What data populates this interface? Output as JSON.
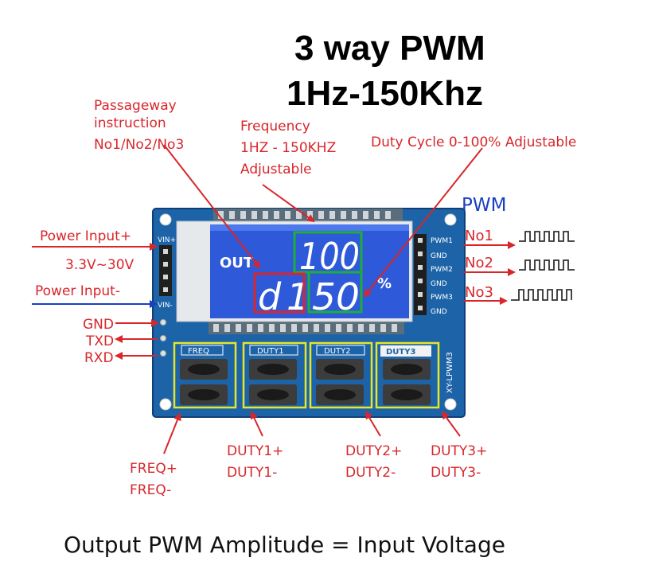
{
  "title": {
    "line1": "3 way PWM",
    "line2": "1Hz-150Khz"
  },
  "annotations": {
    "passageway": [
      "Passageway",
      "instruction",
      "No1/No2/No3"
    ],
    "frequency": [
      "Frequency",
      "1HZ - 150KHZ",
      "Adjustable"
    ],
    "duty_cycle": "Duty Cycle 0-100% Adjustable",
    "power_input_plus": "Power Input+",
    "voltage_range": "3.3V~30V",
    "power_input_minus": "Power Input-",
    "gnd": "GND",
    "txd": "TXD",
    "rxd": "RXD",
    "freq_buttons": [
      "FREQ+",
      "FREQ-"
    ],
    "duty1_buttons": [
      "DUTY1+",
      "DUTY1-"
    ],
    "duty2_buttons": [
      "DUTY2+",
      "DUTY2-"
    ],
    "duty3_buttons": [
      "DUTY3+",
      "DUTY3-"
    ]
  },
  "outputs": {
    "heading": "PWM",
    "channels": [
      "No1",
      "No2",
      "No3"
    ]
  },
  "board": {
    "vin_plus": "VIN+",
    "vin_minus": "VIN-",
    "right_pins": [
      "PWM1",
      "GND",
      "PWM2",
      "GND",
      "PWM3",
      "GND"
    ],
    "button_labels": [
      "FREQ",
      "DUTY1",
      "DUTY2",
      "DUTY3"
    ],
    "model": "XY-LPWM3",
    "lcd": {
      "out_label": "OUT",
      "upper_digits": "100",
      "lower_prefix": "d",
      "lower_one": "1",
      "lower_digits": "50",
      "percent": "%"
    }
  },
  "footer": "Output PWM Amplitude = Input Voltage",
  "colors": {
    "annotation_red": "#d8262b",
    "pwm_blue": "#1a3fc0",
    "pcb_blue": "#1d63a8",
    "lcd_blue": "#2e59d9",
    "highlight_green": "#1fae3a",
    "highlight_red": "#d8262b",
    "highlight_yellow": "#e6e62a"
  }
}
